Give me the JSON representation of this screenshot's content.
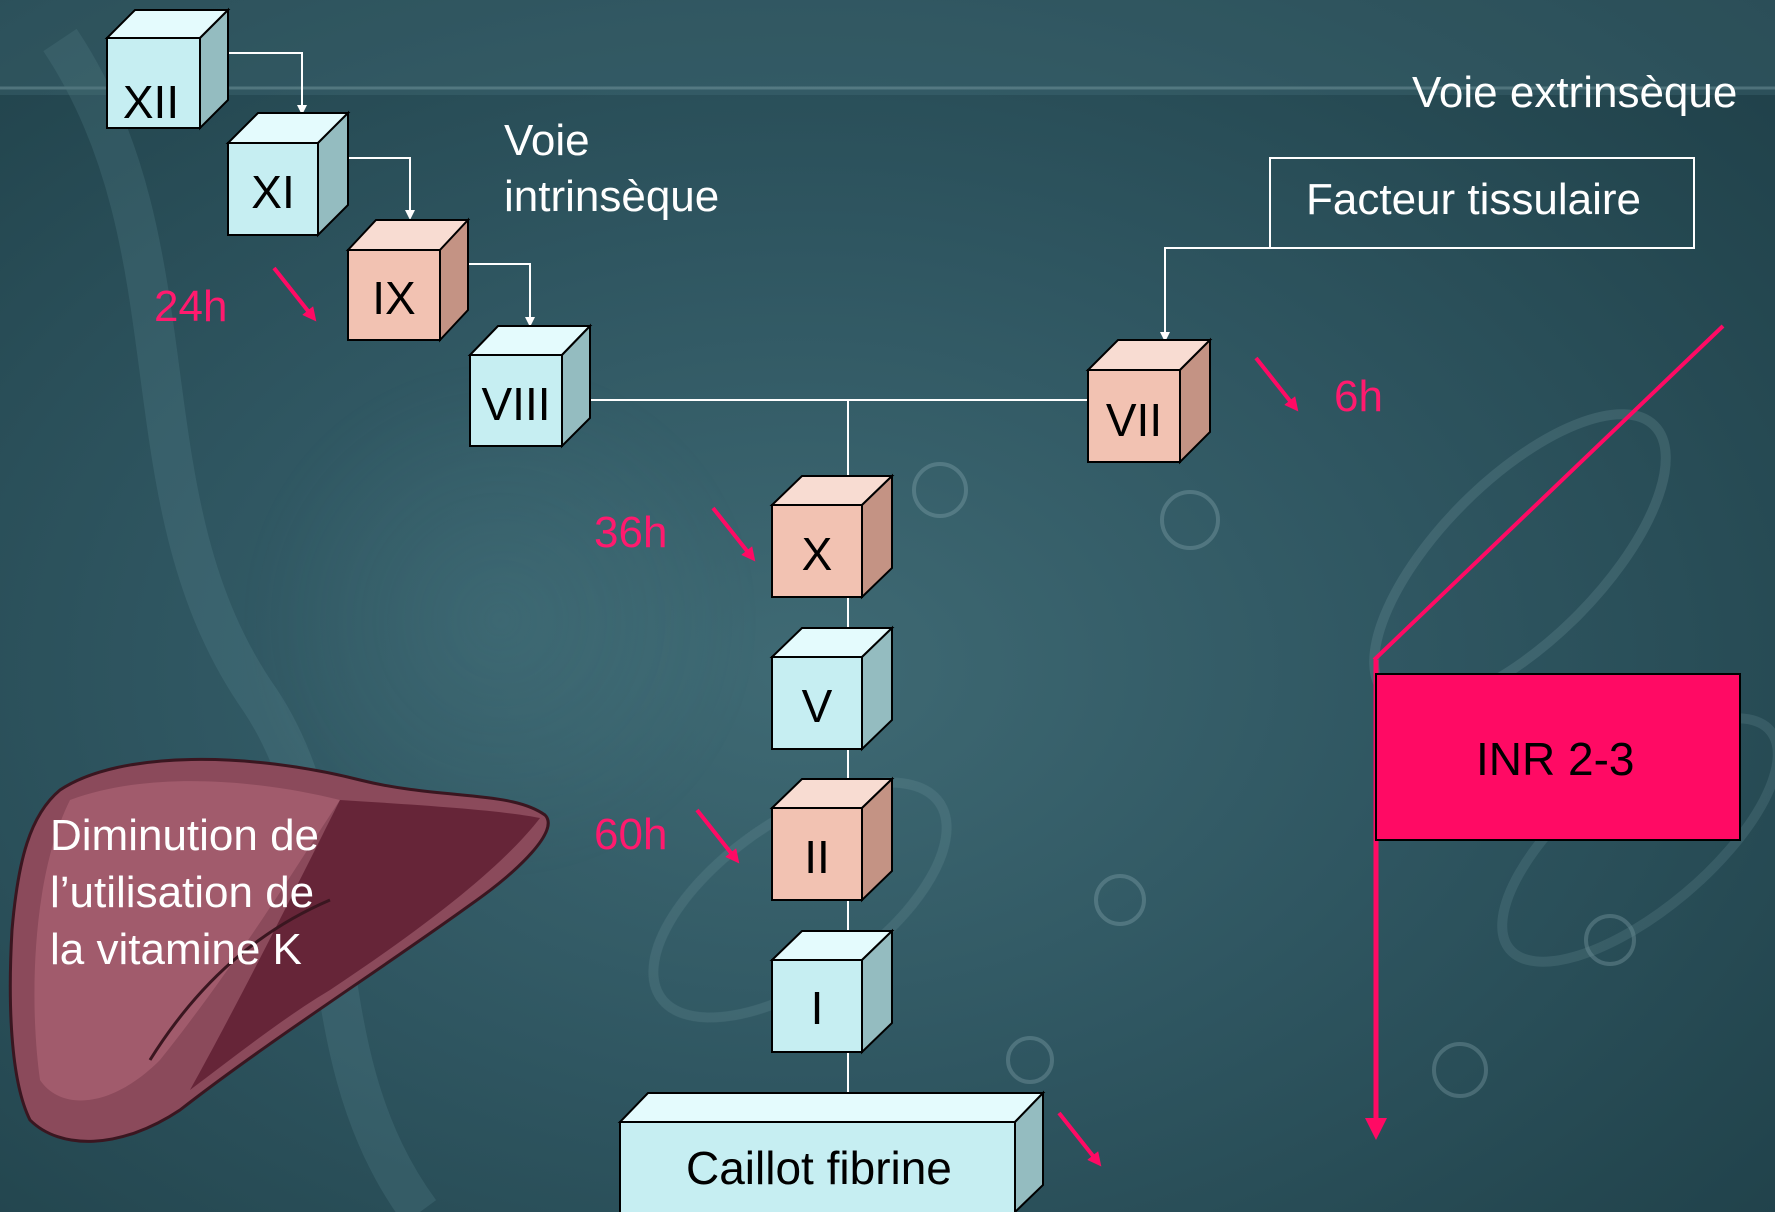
{
  "colors": {
    "cube_blue": "#c6eef2",
    "cube_pink": "#f2c2b2",
    "accent": "#ff0a64",
    "line": "#ffffff"
  },
  "labels": {
    "voie_extrinseque": "Voie extrinsèque",
    "voie_intrinseque_line1": "Voie",
    "voie_intrinseque_line2": "intrinsèque",
    "facteur_tissulaire": "Facteur tissulaire",
    "caillot": "Caillot fibrine",
    "inr": "INR 2-3",
    "liver_line1": "Diminution de",
    "liver_line2": "l’utilisation de",
    "liver_line3": "la vitamine K"
  },
  "factors": {
    "xii": "XII",
    "xi": "XI",
    "ix": "IX",
    "viii": "VIII",
    "vii": "VII",
    "x": "X",
    "v": "V",
    "ii": "II",
    "i": "I"
  },
  "half_lives": {
    "ix": "24h",
    "vii": "6h",
    "x": "36h",
    "ii": "60h"
  }
}
